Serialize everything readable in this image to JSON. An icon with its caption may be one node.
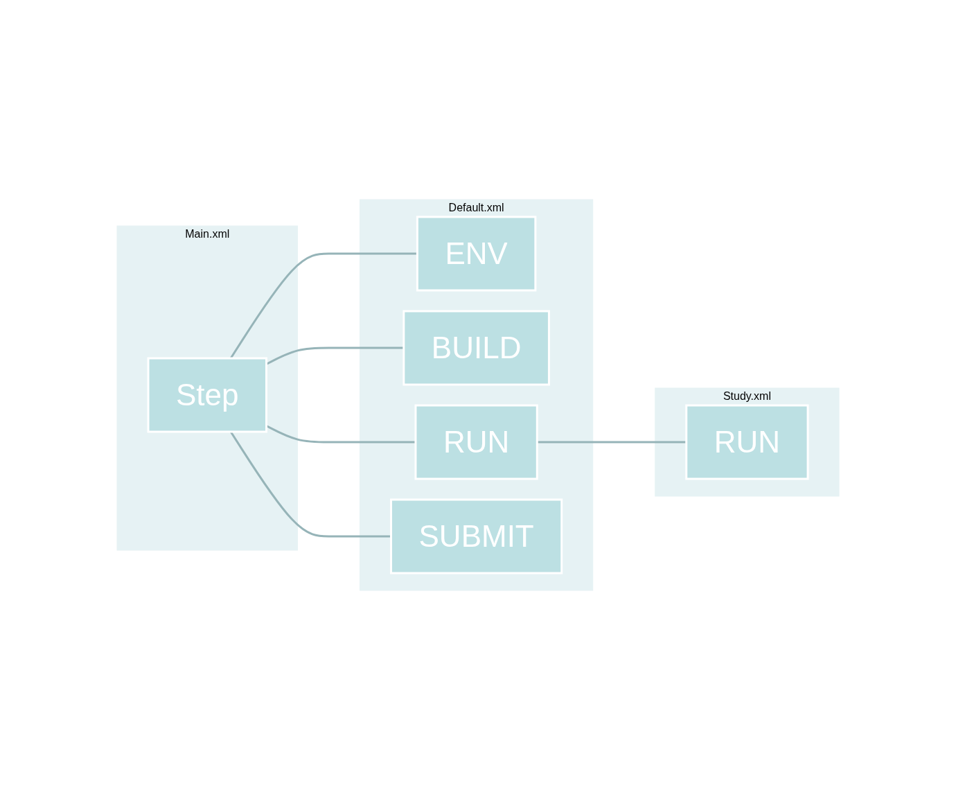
{
  "diagram": {
    "nodes": [
      {
        "text": [
          "Main.xml"
        ]
      },
      {
        "text": [
          "Step"
        ],
        "in": 0
      },
      {
        "text": [
          "Default.xml"
        ]
      },
      {
        "text": [
          "ENV"
        ],
        "in": 2
      },
      {
        "text": [
          "BUILD"
        ],
        "in": 2
      },
      {
        "text": [
          "RUN"
        ],
        "in": 2
      },
      {
        "text": [
          "SUBMIT"
        ],
        "in": 2
      },
      {
        "text": [
          "Study.xml"
        ]
      },
      {
        "text": [
          "RUN"
        ],
        "in": 7
      }
    ],
    "edges": [
      {
        "from": 1,
        "to": 3,
        "arrow": "none"
      },
      {
        "from": 1,
        "to": 4,
        "arrow": "none"
      },
      {
        "from": 1,
        "to": 5,
        "arrow": "none"
      },
      {
        "from": 1,
        "to": 6,
        "arrow": "none"
      },
      {
        "from": 5,
        "to": 8,
        "arrow": "none"
      }
    ]
  }
}
